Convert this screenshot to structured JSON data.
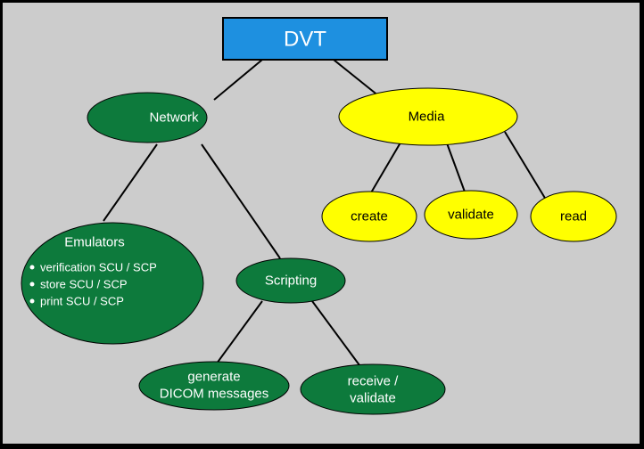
{
  "colors": {
    "background": "#cccccc",
    "frame": "#000000",
    "root_fill": "#1e90e0",
    "green_fill": "#0d7a3c",
    "yellow_fill": "#ffff00",
    "connector": "#000000"
  },
  "root": {
    "label": "DVT"
  },
  "network": {
    "label": "Network",
    "emulators": {
      "label": "Emulators",
      "items": [
        "verification SCU / SCP",
        "store SCU / SCP",
        "print SCU / SCP"
      ]
    },
    "scripting": {
      "label": "Scripting",
      "generate": {
        "line1": "generate",
        "line2": "DICOM messages"
      },
      "receive": {
        "line1": "receive /",
        "line2": "validate"
      }
    }
  },
  "media": {
    "label": "Media",
    "create": "create",
    "validate": "validate",
    "read": "read"
  }
}
